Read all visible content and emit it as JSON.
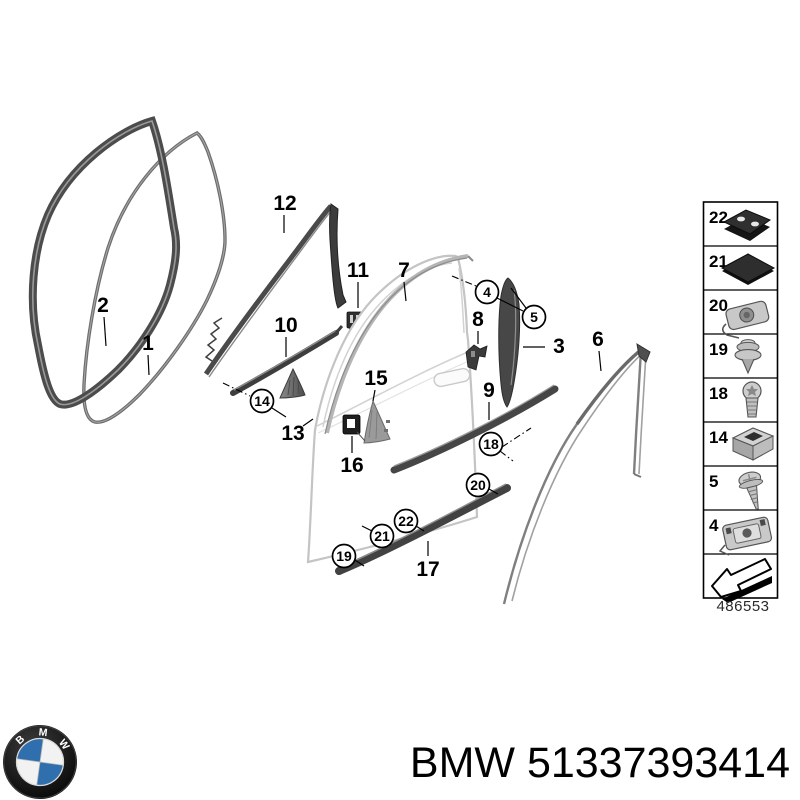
{
  "document": {
    "kind": "parts-diagram",
    "diagram_code": "486553",
    "footer_text": "BMW 51337393414"
  },
  "colors": {
    "line_dark": "#3e3e3e",
    "line_mid": "#7f7f7f",
    "line_light": "#c4c4c4",
    "bmw_blue": "#2f6fae",
    "background": "#ffffff"
  },
  "labels": {
    "l1": "1",
    "l2": "2",
    "l3": "3",
    "l6": "6",
    "l7": "7",
    "l8": "8",
    "l9": "9",
    "l10": "10",
    "l11": "11",
    "l12": "12",
    "l13": "13",
    "l15": "15",
    "l16": "16",
    "l17": "17"
  },
  "circled": {
    "c4": "4",
    "c5": "5",
    "c14": "14",
    "c18": "18",
    "c19": "19",
    "c20": "20",
    "c21": "21",
    "c22": "22"
  },
  "legend": {
    "code": "486553",
    "items": [
      {
        "number": "22",
        "icon": "grommet-nut"
      },
      {
        "number": "21",
        "icon": "adhesive-pad"
      },
      {
        "number": "20",
        "icon": "sheet-metal-nut"
      },
      {
        "number": "19",
        "icon": "expanding-rivet"
      },
      {
        "number": "18",
        "icon": "torx-screw"
      },
      {
        "number": "14",
        "icon": "cage-nut"
      },
      {
        "number": "5",
        "icon": "self-tapping-screw"
      },
      {
        "number": "4",
        "icon": "clip-nut"
      },
      {
        "number": "",
        "icon": "direction-arrow"
      }
    ]
  },
  "footer": {
    "text": "BMW 51337393414"
  },
  "logo": {
    "brand": "BMW",
    "letters": [
      "B",
      "M",
      "W"
    ]
  }
}
